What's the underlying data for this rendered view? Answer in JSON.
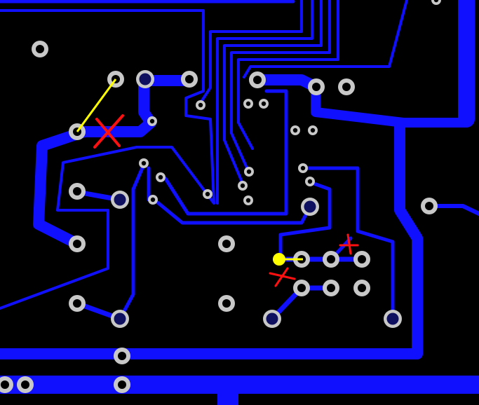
{
  "view": {
    "type": "pcb-layout-viewer",
    "layer": "bottom-copper"
  },
  "colors": {
    "background": "#000000",
    "copper": "#1010ff",
    "pad_ring": "#c8c8c8",
    "pad_hole_large": "#101060",
    "via_hole": "#000000",
    "rework_mark": "#ff1010",
    "jumper_wire": "#ffff00"
  },
  "annotations": {
    "rework_x_marks": 3,
    "jumper_wires": 2
  }
}
